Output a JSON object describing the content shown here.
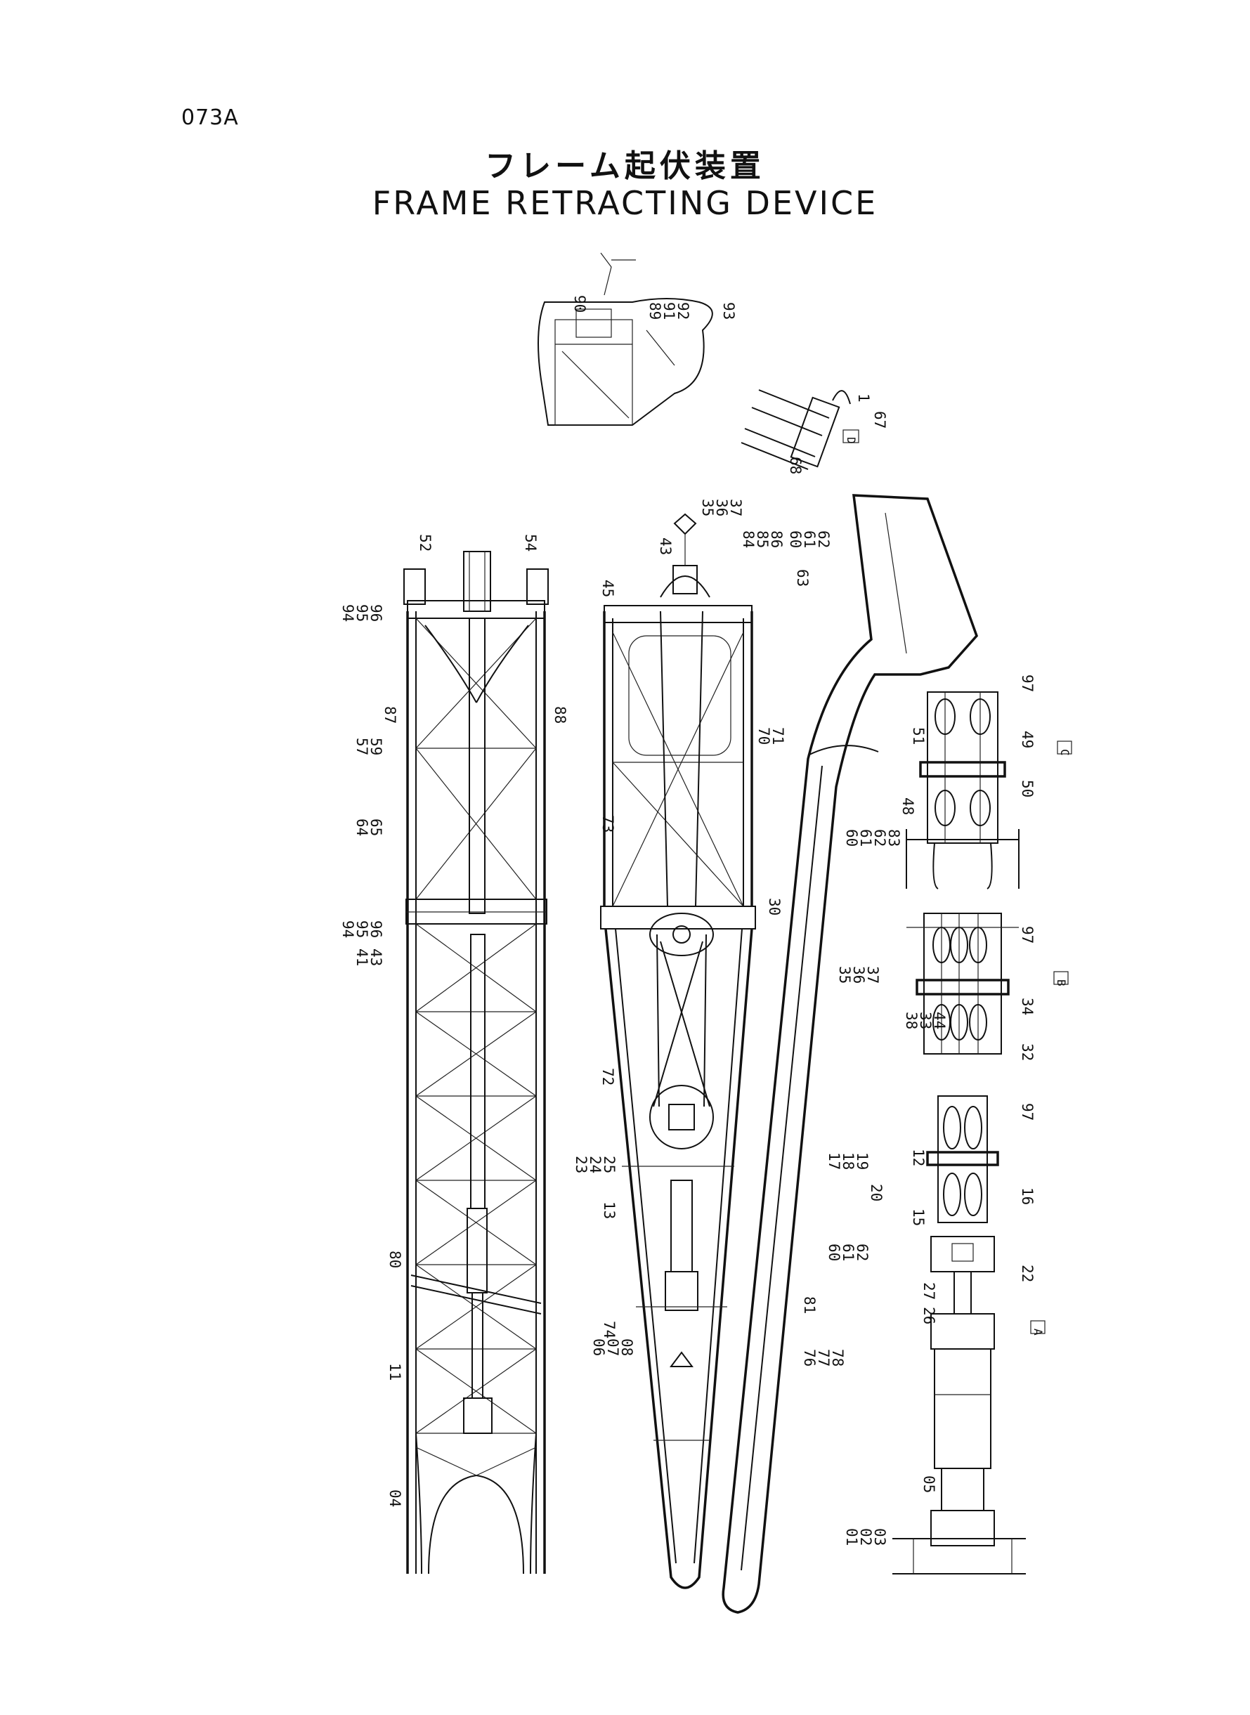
{
  "page_code": "073A",
  "title_jp": "フレーム起伏装置",
  "title_en": "FRAME RETRACTING DEVICE",
  "callouts": {
    "left_frame": [
      "94",
      "95",
      "96",
      "52",
      "54",
      "87",
      "88",
      "57",
      "59",
      "64",
      "65",
      "94",
      "95",
      "96",
      "41",
      "43",
      "80",
      "11",
      "04"
    ],
    "center_frame": [
      "43",
      "45",
      "35",
      "36",
      "37",
      "84",
      "85",
      "86",
      "60",
      "61",
      "62",
      "63",
      "70",
      "71",
      "73",
      "60",
      "61",
      "62",
      "83",
      "30",
      "35",
      "36",
      "37",
      "72",
      "23",
      "24",
      "25",
      "17",
      "18",
      "19",
      "13",
      "60",
      "61",
      "62",
      "81",
      "74",
      "76",
      "77",
      "78",
      "06",
      "07",
      "08"
    ],
    "top_detail": [
      "90",
      "89",
      "91",
      "92",
      "93"
    ],
    "detail_d": [
      "67",
      "68",
      "1"
    ],
    "detail_c": [
      "97",
      "49",
      "51",
      "50",
      "48"
    ],
    "detail_b": [
      "97",
      "34",
      "38",
      "33",
      "44",
      "32"
    ],
    "detail_a": [
      "97",
      "12",
      "20",
      "16",
      "15",
      "22",
      "27",
      "26",
      "05",
      "01",
      "02",
      "03"
    ]
  },
  "detail_tags": [
    "D",
    "C",
    "B",
    "A"
  ]
}
